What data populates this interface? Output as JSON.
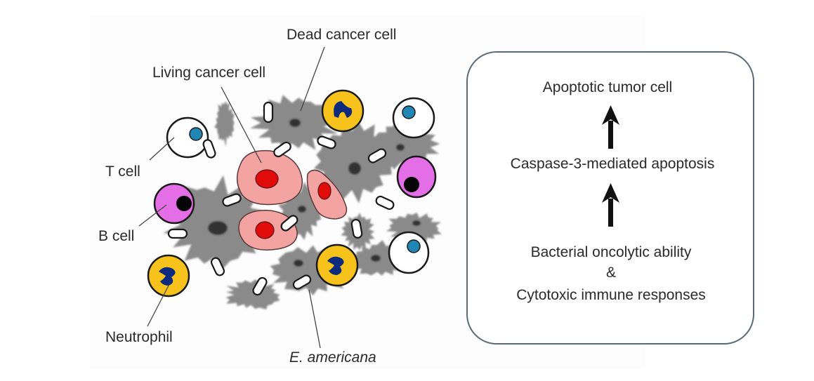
{
  "figure": {
    "labels": {
      "dead_cancer_cell": "Dead cancer cell",
      "living_cancer_cell": "Living cancer cell",
      "t_cell": "T cell",
      "b_cell": "B cell",
      "neutrophil": "Neutrophil",
      "bacterium": "E. americana"
    },
    "colors": {
      "dead_cell": "#8a8a8a",
      "dead_nucleus": "#333333",
      "living_cell": "#f4a3a3",
      "living_nucleus": "#e00b0b",
      "t_cell_nucleus": "#1f86b5",
      "b_cell": "#e36ee6",
      "neutrophil": "#f6c21b",
      "neutrophil_nucleus": "#0d2a7c",
      "outline": "#1a1a1a",
      "box_border": "#5a6a76",
      "arrow": "#111111"
    }
  },
  "mechanism": {
    "steps": [
      "Apoptotic tumor cell",
      "Caspase-3-mediated apoptosis",
      "Bacterial oncolytic ability",
      "&",
      "Cytotoxic immune responses"
    ]
  }
}
